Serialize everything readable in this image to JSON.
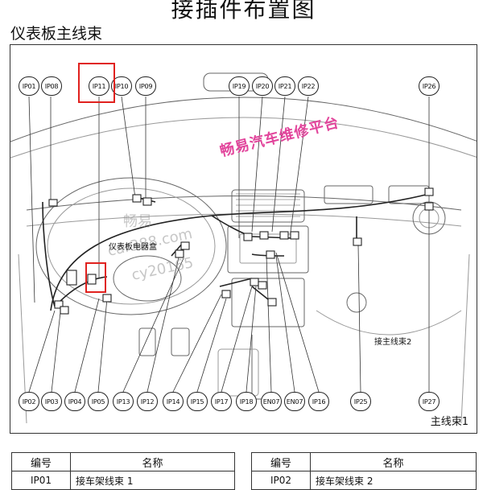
{
  "page_title": "接插件布置图",
  "section_title": "仪表板主线束",
  "watermark": "畅易汽车维修平台",
  "faint_watermark_lines": [
    "畅易",
    "car388.com",
    "cy20165"
  ],
  "labels": {
    "fuse_box": "仪表板电器盒",
    "main_harness_2": "接主线束2",
    "frame_caption": "主线束1"
  },
  "top_callouts": [
    "IP01",
    "IP08",
    "IP11",
    "IP10",
    "IP09",
    "IP19",
    "IP20",
    "IP21",
    "IP22",
    "IP26"
  ],
  "bottom_callouts": [
    "IP02",
    "IP03",
    "IP04",
    "IP05",
    "IP13",
    "IP12",
    "IP14",
    "IP15",
    "IP17",
    "IP18",
    "EN07",
    "EN07",
    "IP16",
    "IP25",
    "IP27"
  ],
  "highlight_color": "#e0211e",
  "watermark_color": "#e2469c",
  "tables": [
    {
      "headers": [
        "编号",
        "名称"
      ],
      "rows": [
        [
          "IP01",
          "接车架线束 1"
        ]
      ]
    },
    {
      "headers": [
        "编号",
        "名称"
      ],
      "rows": [
        [
          "IP02",
          "接车架线束 2"
        ]
      ]
    }
  ]
}
